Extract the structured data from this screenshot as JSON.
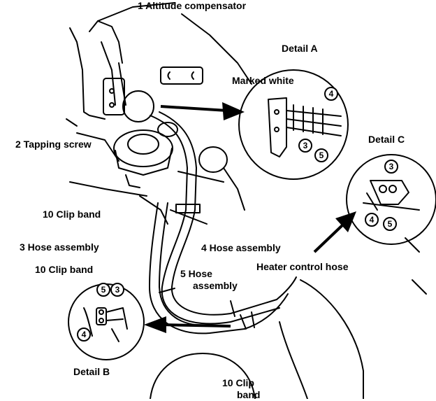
{
  "labels": {
    "altitude_compensator": "1 Altitude compensator",
    "detail_a": "Detail A",
    "marked_white": "Marked white",
    "tapping_screw": "2 Tapping screw",
    "detail_c": "Detail C",
    "clip_band_upper": "10 Clip band",
    "hose_assembly_3": "3 Hose assembly",
    "hose_assembly_4": "4 Hose assembly",
    "clip_band_middle": "10 Clip band",
    "hose_assembly_5_line1": "5  Hose",
    "hose_assembly_5_line2": "assembly",
    "heater_control_hose": "Heater control hose",
    "detail_b": "Detail B",
    "clip_band_lower_line1": "10 Clip",
    "clip_band_lower_line2": "band"
  },
  "callouts": {
    "detail_a": [
      "4",
      "3",
      "5"
    ],
    "detail_b": [
      "5",
      "3",
      "4"
    ],
    "detail_c": [
      "3",
      "4",
      "5"
    ]
  },
  "colors": {
    "ink": "#000000",
    "paper": "#ffffff"
  }
}
